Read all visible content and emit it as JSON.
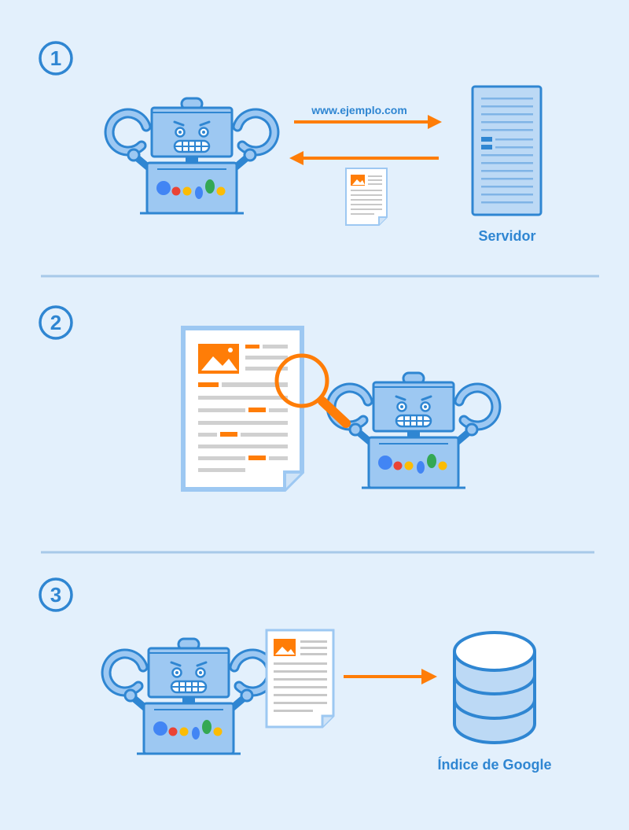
{
  "steps": [
    {
      "number": "1",
      "url_label": "www.ejemplo.com",
      "server_label": "Servidor"
    },
    {
      "number": "2"
    },
    {
      "number": "3",
      "index_label": "Índice de Google"
    }
  ],
  "colors": {
    "background": "#e3f0fc",
    "blue_dark": "#2f86d2",
    "blue_body": "#9dc8f2",
    "orange": "#ff7d07",
    "divider": "#a7c9e9",
    "google_blue": "#4285f4",
    "google_red": "#ea4335",
    "google_yellow": "#fbbc05",
    "google_green": "#34a853"
  },
  "icons": [
    "robot-icon",
    "server-icon",
    "document-icon",
    "magnifier-icon",
    "database-icon",
    "arrow-right-icon",
    "arrow-left-icon"
  ]
}
